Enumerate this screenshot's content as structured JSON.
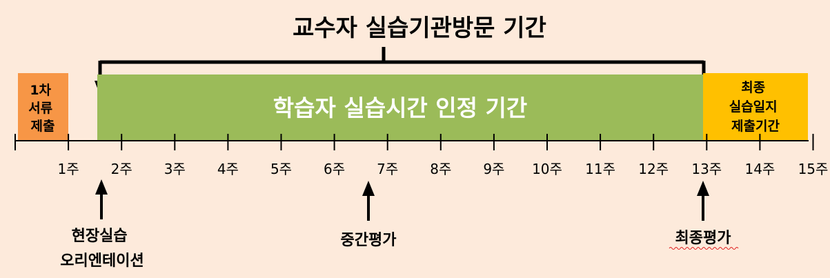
{
  "title": "교수자 실습기관방문 기간",
  "blocks": {
    "first_submission": {
      "lines": [
        "1차",
        "서류",
        "제출"
      ],
      "color": "#f79646"
    },
    "recognition_period": {
      "label": "학습자 실습시간 인정 기간",
      "color": "#9bbb59"
    },
    "final_submission": {
      "lines": [
        "최종",
        "실습일지",
        "제출기간"
      ],
      "color": "#ffc000"
    }
  },
  "timeline": {
    "ticks": [
      "1주",
      "2주",
      "3주",
      "4주",
      "5주",
      "6주",
      "7주",
      "8주",
      "9주",
      "10주",
      "11주",
      "12주",
      "13주",
      "14주",
      "15주"
    ]
  },
  "events": [
    {
      "lines": [
        "현장실습",
        "오리엔테이션"
      ]
    },
    {
      "lines": [
        "중간평가"
      ]
    },
    {
      "lines": [
        "최종평가"
      ]
    }
  ],
  "colors": {
    "background": "#fdeadb",
    "text": "#000000",
    "white_text": "#ffffff"
  }
}
